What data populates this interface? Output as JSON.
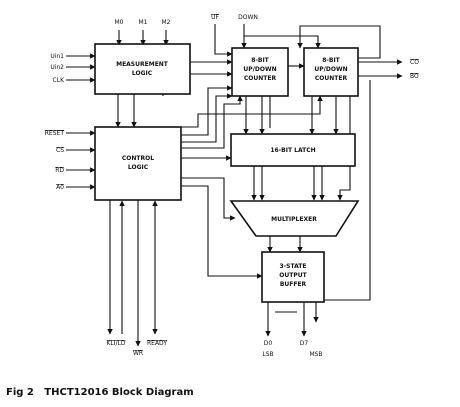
{
  "blocks": {
    "measurement": [
      "MEASUREMENT",
      "LOGIC"
    ],
    "control": [
      "CONTROL",
      "LOGIC"
    ],
    "counter_left": [
      "8-BIT",
      "UP/DOWN",
      "COUNTER"
    ],
    "counter_right": [
      "8-BIT",
      "UP/DOWN",
      "COUNTER"
    ],
    "latch": "16-BIT LATCH",
    "mux": "MULTIPLEXER",
    "buffer": [
      "3-STATE",
      "OUTPUT",
      "BUFFER"
    ]
  },
  "signals": {
    "m0": "M0",
    "m1": "M1",
    "m2": "M2",
    "uf": "UF",
    "down": "DOWN",
    "uin1": "Uin1",
    "uin2": "Uin2",
    "clk": "CLK",
    "reset": "RESET",
    "cs": "CS",
    "rd": "RD",
    "a0": "A0",
    "co": "CO",
    "bo": "BO",
    "kli": "KLI/LD",
    "wr": "WR",
    "ready": "READY",
    "d0": "D0",
    "d7": "D7",
    "lsb": "LSB",
    "msb": "MSB"
  },
  "caption": "Fig 2   THCT12016 Block Diagram"
}
